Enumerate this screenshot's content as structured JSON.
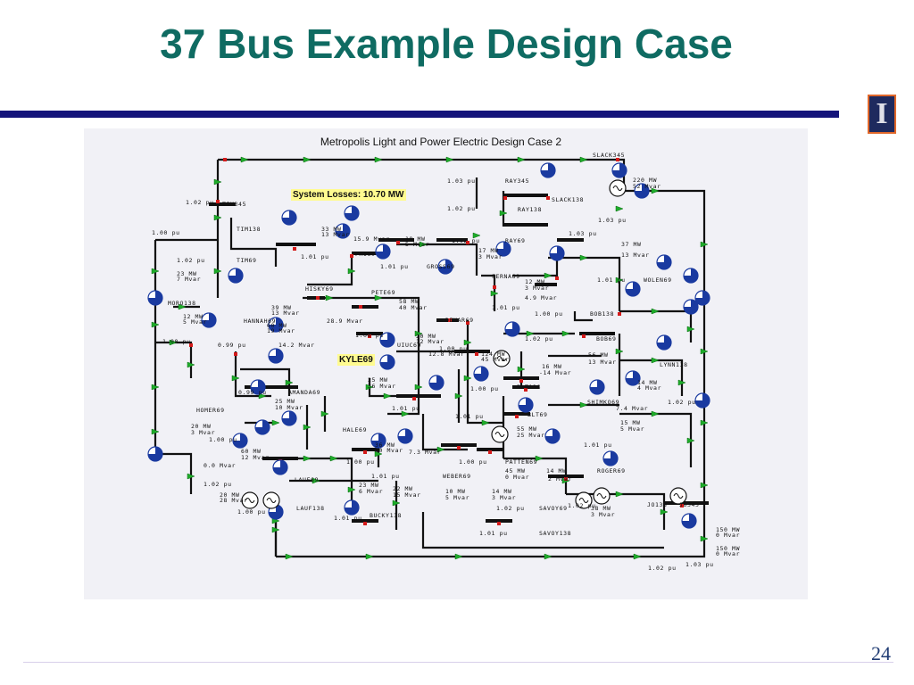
{
  "slide": {
    "title": "37 Bus Example Design Case",
    "page_number": "24"
  },
  "diagram": {
    "title": "Metropolis Light and Power Electric Design Case 2",
    "system_losses": "System Losses:   10.70 MW",
    "kyle_label": "KYLE69",
    "labels": [
      "SLACK345",
      "220 MW",
      "52 Mvar",
      "1.03 pu",
      "RAY345",
      "SLACK138",
      "1.02 pu",
      "TIM345",
      "1.02 pu",
      "RAY138",
      "1.03 pu",
      "1.00 pu",
      "TIM138",
      "33 MW",
      "13 Mvar",
      "15.9 Mvar",
      "18 MW",
      "5 Mvar",
      "1.02 pu",
      "RAY69",
      "1.03 pu",
      "37 MW",
      "13 Mvar",
      "1.01 pu",
      "PAI69",
      "17 MW",
      "3 Mvar",
      "1.02 pu",
      "TIM69",
      "1.01 pu",
      "GROSS69",
      "FERNA69",
      "23 MW",
      "7 Mvar",
      "12 MW",
      "3 Mvar",
      "1.01 pu",
      "WOLEN69",
      "HISKY69",
      "PETE69",
      "4.9 Mvar",
      "MORO138",
      "58 MW",
      "40 Mvar",
      "1.01 pu",
      "39 MW",
      "13 Mvar",
      "1.00 pu",
      "BOB138",
      "12 MW",
      "5 Mvar",
      "HANNAH69",
      "28.9 Mvar",
      "DEMAR69",
      "60 MW",
      "19 Mvar",
      "1.00 pu",
      "20 MW",
      "12 Mvar",
      "1.02 pu",
      "BOB69",
      "1.00 pu",
      "0.99 pu",
      "14.2 Mvar",
      "UIUC69",
      "1.00 pu",
      "12.8 Mvar",
      "124 MW",
      "45 Mvar",
      "56 MW",
      "13 Mvar",
      "LYNN138",
      "16 MW",
      "-14 Mvar",
      "25 MW",
      "36 Mvar",
      "14 MW",
      "4 Mvar",
      "0.99 pu",
      "AMANDA69",
      "1.00 pu",
      "BLT138",
      "SHIMKO69",
      "1.02 pu",
      "25 MW",
      "10 Mvar",
      "7.4 Mvar",
      "HOMER69",
      "1.01 pu",
      "BLT69",
      "1.01 pu",
      "15 MW",
      "5 Mvar",
      "20 MW",
      "3 Mvar",
      "HALE69",
      "55 MW",
      "25 Mvar",
      "1.00 pu",
      "1.01 pu",
      "36 MW",
      "10 Mvar",
      "7.3 Mvar",
      "60 MW",
      "12 Mvar",
      "1.00 pu",
      "1.00 pu",
      "PATTEN69",
      "0.0 Mvar",
      "45 MW",
      "0 Mvar",
      "14 MW",
      "ROGER69",
      "1.01 pu",
      "LAUF69",
      "WEBER69",
      "2 Mvar",
      "1.02 pu",
      "23 MW",
      "6 Mvar",
      "22 MW",
      "15 Mvar",
      "10 MW",
      "5 Mvar",
      "14 MW",
      "3 Mvar",
      "20 MW",
      "28 Mvar",
      "LAUF138",
      "1.02 pu",
      "SAVOY69",
      "1.02 pu",
      "38 MW",
      "3 Mvar",
      "JO138",
      "JO345",
      "1.00 pu",
      "1.01 pu",
      "BUCKY138",
      "1.01 pu",
      "SAVOY138",
      "150 MW",
      "0 Mvar",
      "150 MW",
      "0 Mvar",
      "1.02 pu",
      "1.03 pu"
    ]
  }
}
